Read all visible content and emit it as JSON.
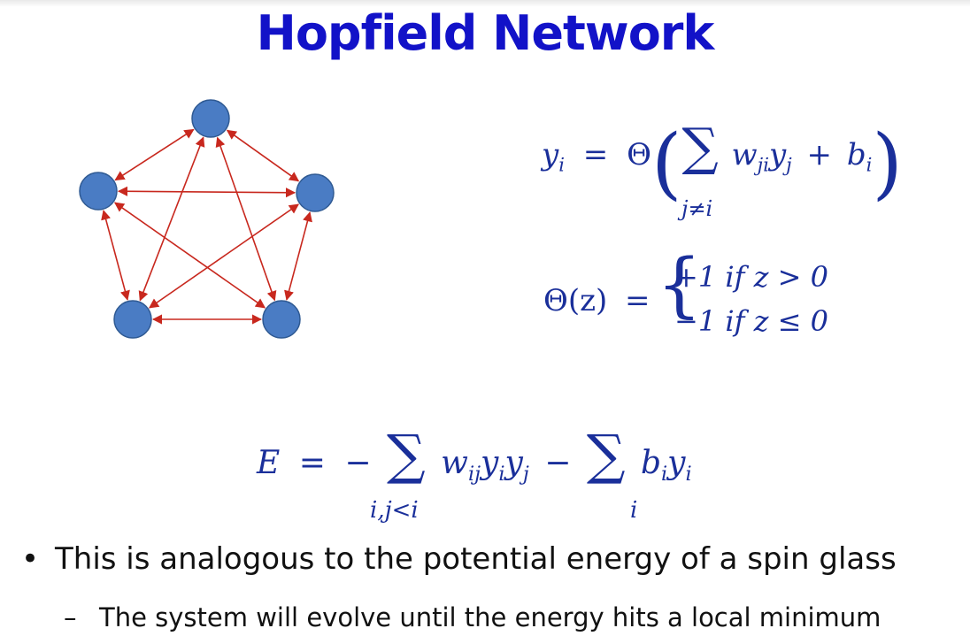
{
  "title": "Hopfield Network",
  "network": {
    "node_color": "#4a7cc4",
    "node_stroke": "#2f5a93",
    "edge_color": "#c8281e",
    "nodes": [
      "n-top",
      "n-left",
      "n-right",
      "n-bottom-left",
      "n-bottom-right"
    ]
  },
  "equations": {
    "update": {
      "lhs": "y",
      "lhs_sub": "i",
      "equals": "=",
      "theta": "Θ",
      "open_paren": "(",
      "sum": "∑",
      "sum_under": "j≠i",
      "w": "w",
      "w_sub": "ji",
      "y": "y",
      "y_sub": "j",
      "plus": "+",
      "b": "b",
      "b_sub": "i",
      "close_paren": ")"
    },
    "activation": {
      "lhs": "Θ(z)",
      "equals": "=",
      "brace": "{",
      "case1": "+1 if z > 0",
      "case2": "−1 if z ≤ 0"
    },
    "energy": {
      "lhs": "E",
      "equals": "=",
      "minus1": "−",
      "sum1": "∑",
      "sum1_under": "i,j<i",
      "term1_w": "w",
      "term1_w_sub": "ij",
      "term1_y1": "y",
      "term1_y1_sub": "i",
      "term1_y2": "y",
      "term1_y2_sub": "j",
      "minus2": "−",
      "sum2": "∑",
      "sum2_under": "i",
      "term2_b": "b",
      "term2_b_sub": "i",
      "term2_y": "y",
      "term2_y_sub": "i"
    }
  },
  "bullets": {
    "main_marker": "•",
    "main": "This is analogous to the potential energy of a spin glass",
    "sub_marker": "–",
    "sub": "The system will evolve until the energy hits a local minimum"
  }
}
